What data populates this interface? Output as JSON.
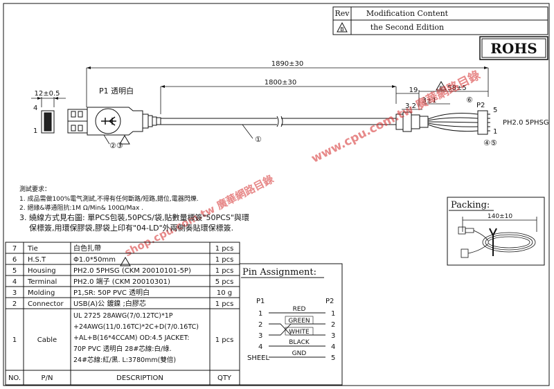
{
  "rev_table": {
    "rev_header": "Rev",
    "mod_header": "Modification Content",
    "rev_value": "B",
    "mod_value": "the Second Edition"
  },
  "rohs": "ROHS",
  "dims": {
    "overall": "1890±30",
    "cable": "1800±30",
    "plug": "12±0.5",
    "strip": "19",
    "tail": "58±5",
    "d32": "3.2",
    "d31": "3±1"
  },
  "labels": {
    "p1": "P1 透明白",
    "p2": "P2",
    "conn2": "PH2.0 5PHSG",
    "pin4": "4",
    "pin1": "1",
    "p2pin5": "5",
    "p2pin1": "1",
    "balloon_23": "②③",
    "balloon_1": "①",
    "balloon_6": "⑥",
    "balloon_45": "④⑤",
    "flag_b": "B"
  },
  "notes": {
    "title": "測試要求：",
    "n1": "1. 成品需做100%電气測試,不得有任何斷路/短路,錯位,電器閃爍.",
    "n2": "2. 絕緣&導通阻抗:1M Ω/Min& 100Ω/Max .",
    "n3a": "3. 繞線方式見右圖: 單PCS包裝,50PCS/袋,貼數量標簽\"50PCS\"與環",
    "n3b": "保標簽,用環保膠袋,膠袋上印有\"04-LD\"外兩側奏貼環保標簽."
  },
  "packing": {
    "title": "Packing:",
    "dim": "140±10"
  },
  "bom": {
    "footer": {
      "no": "NO.",
      "pn": "P/N",
      "desc": "DESCRIPTION",
      "qty": "QTY"
    },
    "rows": [
      {
        "no": "7",
        "pn": "Tie",
        "desc": "白色扎帶",
        "qty": "1 pcs"
      },
      {
        "no": "6",
        "pn": "H.S.T",
        "desc": "Φ1.0*50mm",
        "qty": "1 pcs"
      },
      {
        "no": "5",
        "pn": "Housing",
        "desc": "PH2.0 5PHSG  (CKM 20010101-5P)",
        "qty": "1 pcs"
      },
      {
        "no": "4",
        "pn": "Terminal",
        "desc": "PH2.0 端子   (CKM 20010301)",
        "qty": "5 pcs"
      },
      {
        "no": "3",
        "pn": "Molding",
        "desc": "P1,SR: 50P  PVC  透明白",
        "qty": "10 g"
      },
      {
        "no": "2",
        "pn": "Connector",
        "desc": "USB(A)公  鍍鎳 ;白膠芯",
        "qty": "1 pcs"
      }
    ],
    "cable": {
      "no": "1",
      "pn": "Cable",
      "qty": "1 pcs",
      "lines": [
        "UL 2725  28AWG(7/0.12TC)*1P",
        "+24AWG(11/0.16TC)*2C+D(7/0.16TC)",
        "+AL+B(16*4CCAM) OD:4.5 JACKET:",
        "70P PVC 透明白   28#芯線:白/綠.",
        "24#芯線:紅/黑.  L:3780mm(雙倍)"
      ]
    }
  },
  "pin_assignment": {
    "title": "Pin Assignment:",
    "p1": "P1",
    "p2": "P2",
    "left": [
      "1",
      "2",
      "3",
      "4",
      "SHEEL"
    ],
    "right": [
      "1",
      "2",
      "3",
      "4",
      "5"
    ],
    "wires": [
      "RED",
      "GREEN",
      "WHITE",
      "BLACK",
      "GND"
    ]
  },
  "watermark": {
    "text1": "www.cpu.com.tw 廣華網路目錄",
    "text2": "shop.cpu.com.tw 廣華網路目錄"
  },
  "colors": {
    "line": "#111111",
    "watermark": "#d42a2a"
  }
}
